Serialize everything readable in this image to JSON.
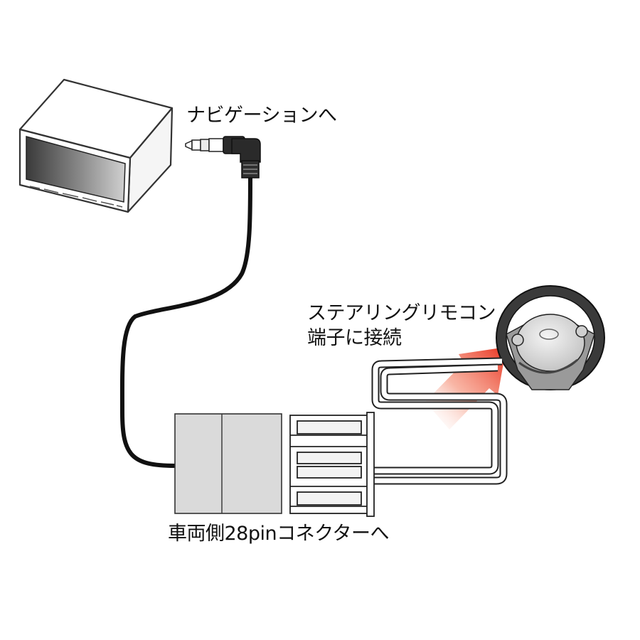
{
  "labels": {
    "navigation": "ナビゲーションへ",
    "steering_line1": "ステアリングリモコン",
    "steering_line2": "端子に接続",
    "vehicle_connector": "車両側28pinコネクターへ"
  },
  "components": {
    "head_unit": "navigation-head-unit",
    "plug": "3.5mm-mini-plug",
    "adapter": "adapter-box",
    "connector": "28pin-vehicle-connector",
    "steering_wheel": "steering-wheel"
  },
  "colors": {
    "outline": "#333333",
    "cable": "#111111",
    "adapter_fill": "#dadada",
    "screen_dark": "#3c3c3c",
    "arrow": "#e8321e"
  }
}
